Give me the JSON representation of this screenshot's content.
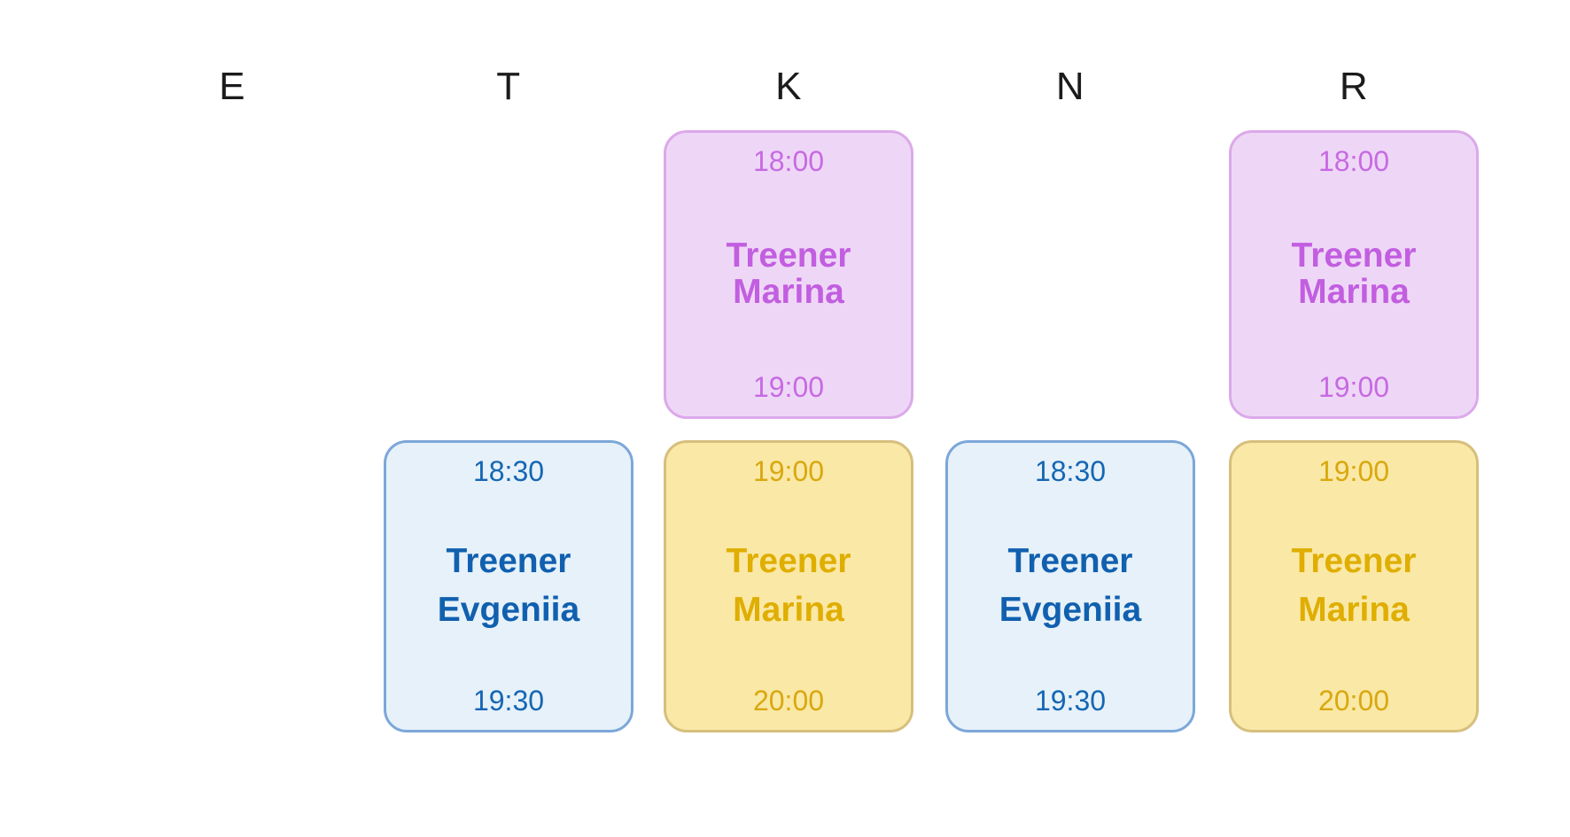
{
  "schedule": {
    "kind": "weekly-trainer-timetable",
    "weekdays": [
      "E",
      "T",
      "K",
      "N",
      "R"
    ],
    "events": [
      {
        "day": "K",
        "row": 1,
        "theme": "purple",
        "start_time": "18:00",
        "end_time": "19:00",
        "title": "Treener Marina"
      },
      {
        "day": "R",
        "row": 1,
        "theme": "purple",
        "start_time": "18:00",
        "end_time": "19:00",
        "title": "Treener Marina"
      },
      {
        "day": "T",
        "row": 2,
        "theme": "blue",
        "start_time": "18:30",
        "end_time": "19:30",
        "title": "Treener Evgeniia"
      },
      {
        "day": "K",
        "row": 2,
        "theme": "yellow",
        "start_time": "19:00",
        "end_time": "20:00",
        "title": "Treener Marina"
      },
      {
        "day": "N",
        "row": 2,
        "theme": "blue",
        "start_time": "18:30",
        "end_time": "19:30",
        "title": "Treener Evgeniia"
      },
      {
        "day": "R",
        "row": 2,
        "theme": "yellow",
        "start_time": "19:00",
        "end_time": "20:00",
        "title": "Treener Marina"
      }
    ],
    "colors": {
      "purple_bg": "#EED7F6",
      "purple_border": "#DCA9EA",
      "purple_text": "#C25EE0",
      "blue_bg": "#E6F1F9",
      "blue_border": "#7CA7D8",
      "blue_text": "#1160AF",
      "yellow_bg": "#FAE8A6",
      "yellow_border": "#D6BF7D",
      "yellow_text": "#DFAE00",
      "header_text": "#1b1b1d",
      "page_bg": "#ffffff"
    }
  }
}
